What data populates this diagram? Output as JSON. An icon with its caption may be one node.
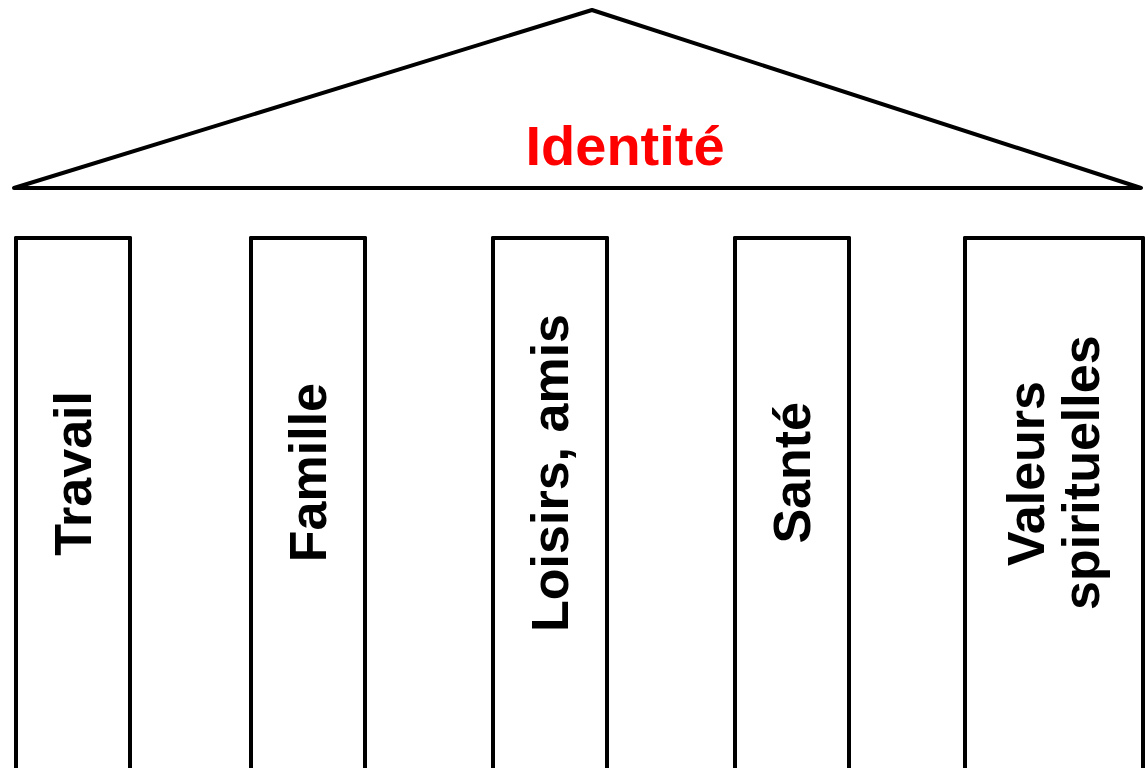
{
  "diagram": {
    "nodes": [
      {
        "text": [
          "Identité"
        ]
      },
      {
        "text": [
          "Travail"
        ]
      },
      {
        "text": [
          "Famille"
        ]
      },
      {
        "text": [
          "Loisirs, amis"
        ]
      },
      {
        "text": [
          "Santé"
        ]
      },
      {
        "text": [
          "Valeurs spirituelles"
        ]
      }
    ]
  }
}
